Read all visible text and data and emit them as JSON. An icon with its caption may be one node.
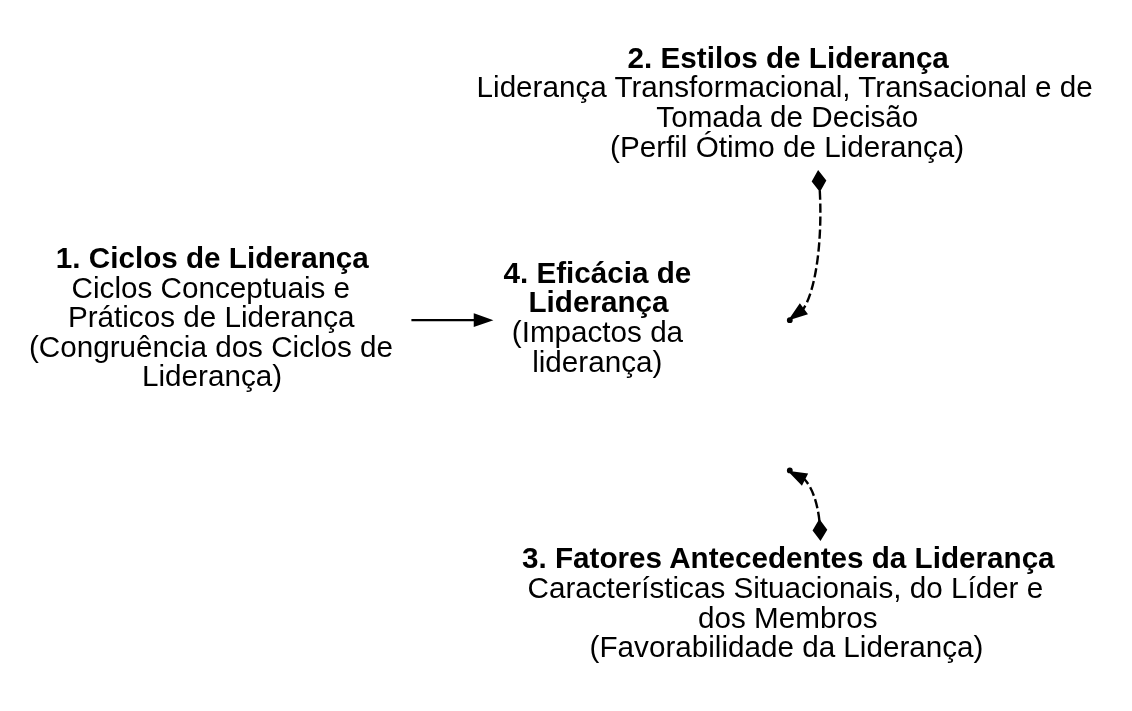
{
  "diagram": {
    "nodes": [
      {
        "text": [
          "1. Ciclos de Liderança",
          "Ciclos Conceptuais e Práticos de Liderança",
          "(Congruência dos Ciclos de Liderança)"
        ]
      },
      {
        "text": [
          "2. Estilos de Liderança",
          "Liderança Transformacional, Transacional e de Tomada de Decisão",
          "(Perfil Ótimo de Liderança)"
        ]
      },
      {
        "text": [
          "3. Fatores Antecedentes da Liderança",
          "Características Situacionais, do Líder e dos Membros",
          "(Favorabilidade da Liderança)"
        ]
      },
      {
        "text": [
          "4. Eficácia de Liderança",
          "(Impactos da liderança)"
        ]
      }
    ],
    "edges": [
      {
        "from": 0,
        "to": 3,
        "arrow": "to"
      },
      {
        "from": 1,
        "to": null,
        "arrow": "to",
        "style": "dashed"
      },
      {
        "from": 2,
        "to": null,
        "arrow": "to",
        "style": "dashed"
      }
    ]
  }
}
